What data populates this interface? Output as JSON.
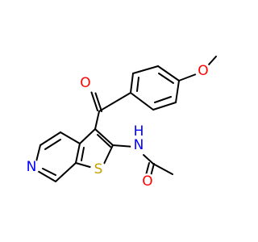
{
  "molecule": {
    "atom_labels": {
      "O_carbonyl": "O",
      "O_methoxy": "O",
      "S": "S",
      "N_pyridine": "N",
      "NH": "N",
      "H": "H",
      "O_amide": "O"
    },
    "colors": {
      "bond": "#000000",
      "oxygen": "#ff0000",
      "nitrogen": "#0000ff",
      "sulfur": "#c8a000"
    }
  }
}
